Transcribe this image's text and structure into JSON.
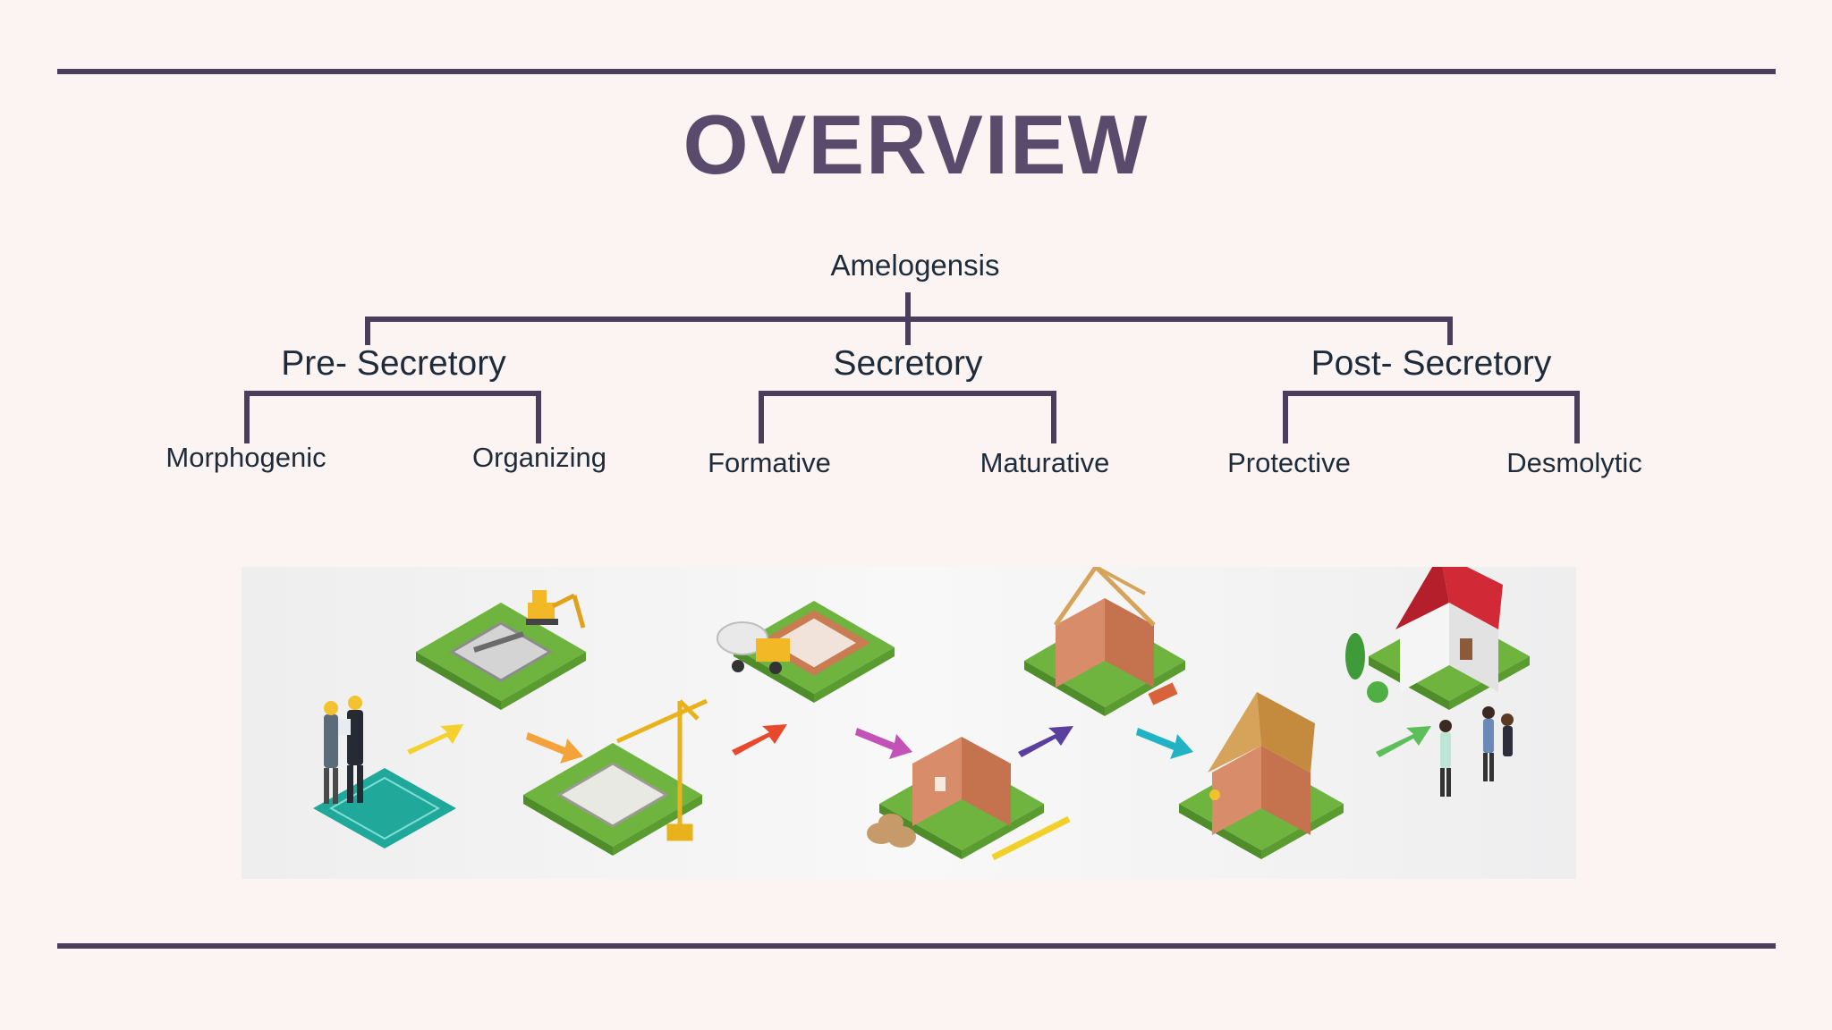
{
  "title": "OVERVIEW",
  "tree": {
    "root": "Amelogensis",
    "stages": [
      {
        "label": "Pre- Secretory",
        "children": [
          "Morphogenic",
          "Organizing"
        ]
      },
      {
        "label": "Secretory",
        "children": [
          "Formative",
          "Maturative"
        ]
      },
      {
        "label": "Post- Secretory",
        "children": [
          "Protective",
          "Desmolytic"
        ]
      }
    ]
  },
  "illustration": {
    "icon": "house-construction-process-icon",
    "arrow_colors": [
      "#f5d12e",
      "#f4a23a",
      "#e8482c",
      "#c252b8",
      "#5b3f9e",
      "#21b3c3",
      "#5cbf5a"
    ]
  },
  "colors": {
    "accent": "#4a3e5c",
    "title": "#5a4a6c",
    "text": "#1d2b3a",
    "background": "#fcf4f2"
  }
}
